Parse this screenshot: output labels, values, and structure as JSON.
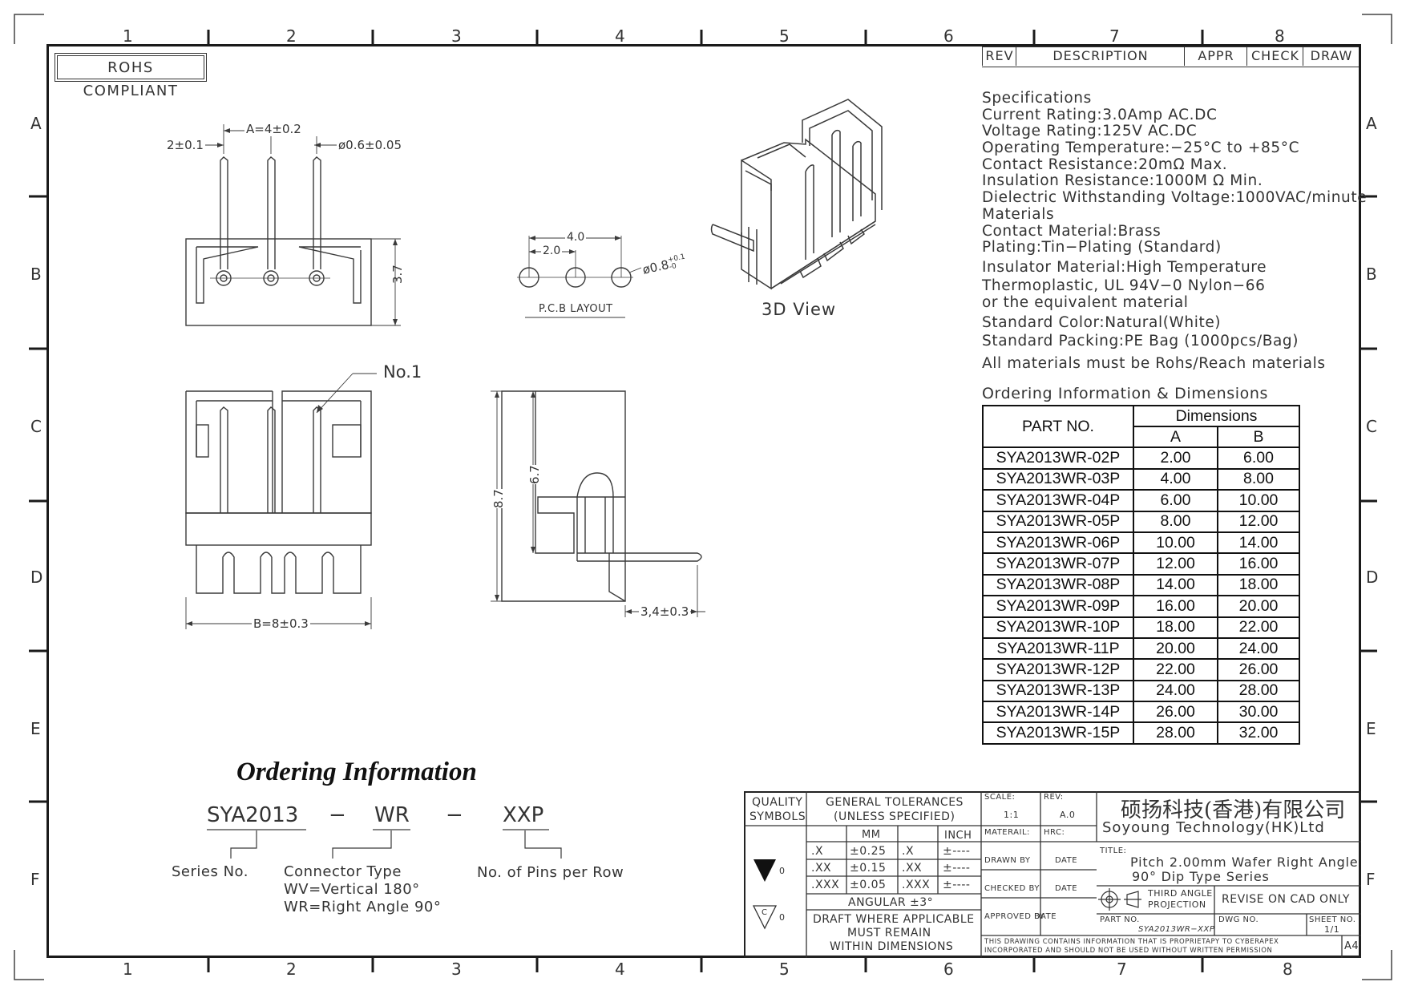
{
  "badge": "ROHS COMPLIANT",
  "zones": {
    "columns": [
      "1",
      "2",
      "3",
      "4",
      "5",
      "6",
      "7",
      "8"
    ],
    "rows": [
      "A",
      "B",
      "C",
      "D",
      "E",
      "F"
    ]
  },
  "revision_block": {
    "headers": [
      "REV",
      "DESCRIPTION",
      "APPR",
      "CHECK",
      "DRAW"
    ]
  },
  "specifications": [
    "Specifications",
    "Current  Rating:3.0Amp  AC.DC",
    "Voltage  Rating:125V  AC.DC",
    "Operating  Temperature:−25°C  to  +85°C",
    "Contact  Resistance:20mΩ  Max.",
    "Insulation  Resistance:1000M Ω Min.",
    "Dielectric  Withstanding  Voltage:1000VAC/minute",
    "Materials",
    "Contact  Material:Brass",
    "Plating:Tin−Plating  (Standard)",
    "Insulator  Material:High  Temperature",
    "Thermoplastic,  UL  94V−0  Nylon−66",
    "or  the  equivalent  material",
    "Standard  Color:Natural(White)",
    "Standard  Packing:PE  Bag  (1000pcs/Bag)",
    "All  materials  must  be  Rohs/Reach  materials"
  ],
  "ordering_table": {
    "caption": "Ordering  Information  &  Dimensions",
    "part_header": "PART NO.",
    "dim_header": "Dimensions",
    "col_a": "A",
    "col_b": "B",
    "rows": [
      [
        "SYA2013WR-02P",
        "2.00",
        "6.00"
      ],
      [
        "SYA2013WR-03P",
        "4.00",
        "8.00"
      ],
      [
        "SYA2013WR-04P",
        "6.00",
        "10.00"
      ],
      [
        "SYA2013WR-05P",
        "8.00",
        "12.00"
      ],
      [
        "SYA2013WR-06P",
        "10.00",
        "14.00"
      ],
      [
        "SYA2013WR-07P",
        "12.00",
        "16.00"
      ],
      [
        "SYA2013WR-08P",
        "14.00",
        "18.00"
      ],
      [
        "SYA2013WR-09P",
        "16.00",
        "20.00"
      ],
      [
        "SYA2013WR-10P",
        "18.00",
        "22.00"
      ],
      [
        "SYA2013WR-11P",
        "20.00",
        "24.00"
      ],
      [
        "SYA2013WR-12P",
        "22.00",
        "26.00"
      ],
      [
        "SYA2013WR-13P",
        "24.00",
        "28.00"
      ],
      [
        "SYA2013WR-14P",
        "26.00",
        "30.00"
      ],
      [
        "SYA2013WR-15P",
        "28.00",
        "32.00"
      ]
    ]
  },
  "drawing_labels": {
    "dim_a": "A=4±0.2",
    "dim_offset": "2±0.1",
    "dim_pin_dia": "ø0.6±0.05",
    "dim_height_side": "3.7",
    "dim_pitch_4": "4.0",
    "dim_pitch_2": "2.0",
    "dim_hole": "ø0.8",
    "dim_hole_tol_plus": "+0.1",
    "dim_hole_tol_minus": "-0",
    "pcb_layout": "P.C.B  LAYOUT",
    "view_3d": "3D  View",
    "pin1": "No.1",
    "dim_8_7": "8.7",
    "dim_6_7": "6.7",
    "dim_b": "B=8±0.3",
    "dim_3_4": "3,4±0.3"
  },
  "ordering_info": {
    "title": "Ordering Information",
    "code_series": "SYA2013",
    "dash1": "−",
    "code_type": "WR",
    "dash2": "−",
    "code_pins": "XXP",
    "label_series": "Series No.",
    "label_type": "Connector  Type",
    "label_wv": "WV=Vertical  180°",
    "label_wr": "WR=Right  Angle  90°",
    "label_pins": "No.  of  Pins  per  Row"
  },
  "title_block": {
    "quality": "QUALITY",
    "symbols": "SYMBOLS",
    "sym_0a": "0",
    "sym_0b": "0",
    "sym_c": "C",
    "gen_tol": "GENERAL  TOLERANCES",
    "unless": "(UNLESS  SPECIFIED)",
    "mm": "MM",
    "inch": "INCH",
    "tol_rows": [
      [
        ".X",
        "±0.25",
        ".X",
        "±----"
      ],
      [
        ".XX",
        "±0.15",
        ".XX",
        "±----"
      ],
      [
        ".XXX",
        "±0.05",
        ".XXX",
        "±----"
      ]
    ],
    "angular": "ANGULAR  ±3°",
    "draft1": "DRAFT  WHERE  APPLICABLE",
    "draft2": "MUST  REMAIN",
    "draft3": "WITHIN  DIMENSIONS",
    "scale_label": "SCALE:",
    "scale_value": "1:1",
    "rev_label": "REV:",
    "rev_value": "A.0",
    "material_label": "MATERAIL:",
    "hrc_label": "HRC:",
    "drawn_by": "DRAWN  BY",
    "checked_by": "CHECKED  BY",
    "approved_by": "APPROVED  BY",
    "date1": "DATE",
    "date2": "DATE",
    "date3": "DATE",
    "company_cn": "硕扬科技(香港)有限公司",
    "company_en": "Soyoung  Technology(HK)Ltd",
    "title_label": "TITLE:",
    "title_line1": "Pitch  2.00mm  Wafer  Right  Angle",
    "title_line2": "90°  Dip  Type  Series",
    "projection1": "THIRD  ANGLE",
    "projection2": "PROJECTION",
    "revise": "REVISE  ON  CAD  ONLY",
    "part_no_label": "PART  NO.",
    "part_no_value": "SYA2013WR−XXP",
    "dwg_no_label": "DWG  NO.",
    "sheet_label": "SHEET  NO.",
    "sheet_value": "1/1",
    "notice1": "THIS  DRAWING  CONTAINS  INFORMATION  THAT  IS  PROPRIETAPY  TO  CYBERAPEX",
    "notice2": "INCORPORATED  AND  SHOULD  NOT  BE  USED  WITHOUT  WRITTEN  PERMISSION",
    "size": "A4"
  }
}
